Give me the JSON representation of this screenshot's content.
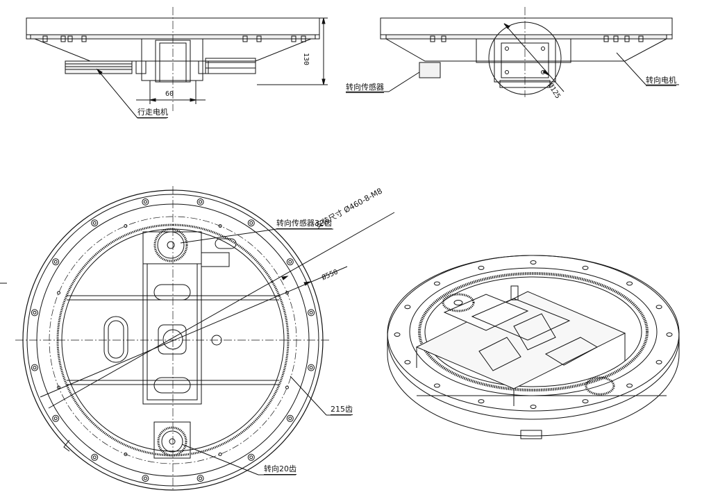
{
  "labels": {
    "drive_motor": "行走电机",
    "steering_sensor": "转向传感器",
    "steering_motor": "转向电机",
    "steering_sensor_32": "转向传感器32齿",
    "mount_size": "安装尺寸 Ø460-8-M8",
    "gear_215": "215齿",
    "steering_20": "转向20齿"
  },
  "dimensions": {
    "d60": "60",
    "d130": "130",
    "d125": "Ø125",
    "d550": "Ø550"
  }
}
